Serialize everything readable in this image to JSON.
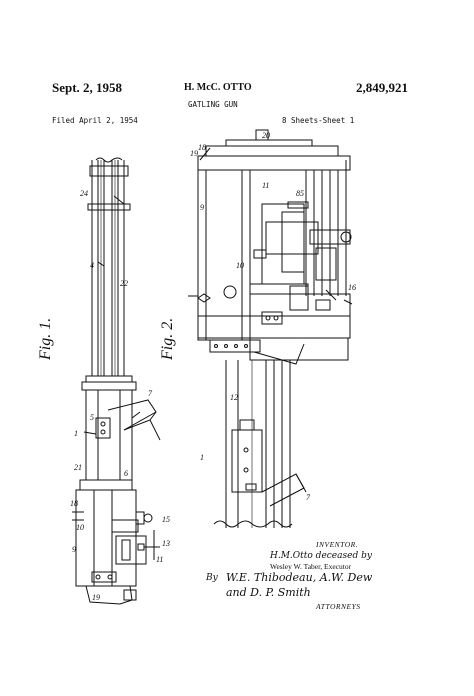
{
  "header": {
    "date": "Sept. 2, 1958",
    "inventor": "H. McC. OTTO",
    "patent_number": "2,849,921",
    "title": "GATLING GUN",
    "filed": "Filed April 2, 1954",
    "sheets": "8 Sheets-Sheet 1"
  },
  "figures": {
    "fig1_label": "Fig. 1.",
    "fig2_label": "Fig. 2."
  },
  "ref_numerals": {
    "n24": "24",
    "n22": "22",
    "n4": "4",
    "n7": "7",
    "n1": "1",
    "n5": "5",
    "n6": "6",
    "n21": "21",
    "n15": "15",
    "n9": "9",
    "n10": "10",
    "n19": "19",
    "n18": "18",
    "n13": "13",
    "n11": "11",
    "n20": "20",
    "n12": "12",
    "n16": "16",
    "n85": "85"
  },
  "inventor_block": {
    "heading": "INVENTOR.",
    "line1": "H.M.Otto deceased by",
    "line2": "Wesley W. Taber, Executor",
    "by": "By",
    "attorneys_line1": "W.E. Thibodeau, A.W. Dew",
    "attorneys_line2": "and D. P. Smith",
    "attorneys_label": "ATTORNEYS"
  }
}
